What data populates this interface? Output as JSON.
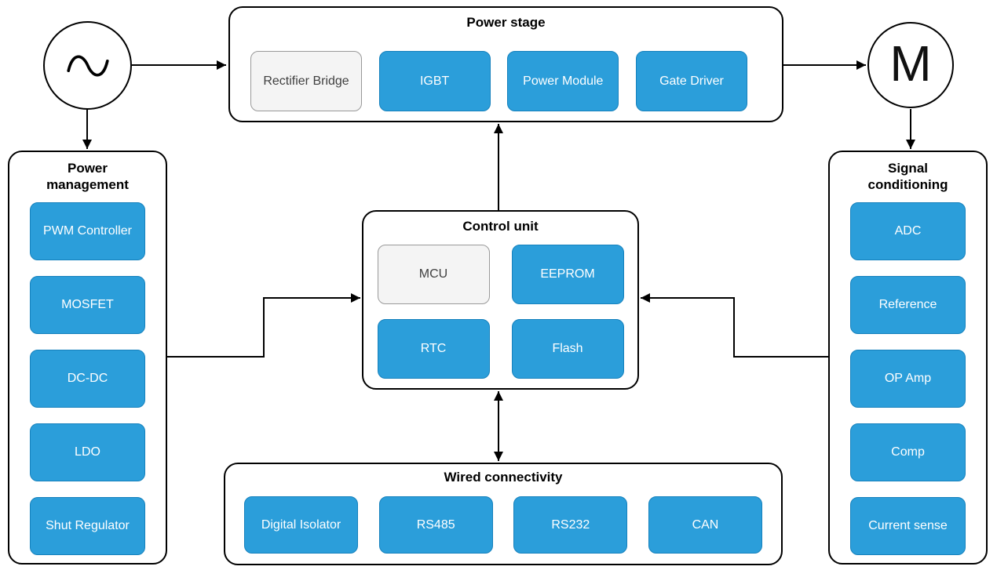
{
  "colors": {
    "block_blue": "#2B9EDA",
    "block_blue_border": "#1581BD",
    "block_text_light": "#FFFFFF",
    "block_gray": "#F4F4F4",
    "block_gray_border": "#999999",
    "block_gray_text": "#404040",
    "line_black": "#000000"
  },
  "nodes": {
    "ac_source": {
      "icon": "sine-wave-icon",
      "label": ""
    },
    "motor": {
      "label": "M"
    }
  },
  "groups": {
    "power_stage": {
      "title": "Power stage",
      "blocks": [
        {
          "label": "Rectifier Bridge",
          "variant": "gray"
        },
        {
          "label": "IGBT",
          "variant": "blue"
        },
        {
          "label": "Power Module",
          "variant": "blue"
        },
        {
          "label": "Gate Driver",
          "variant": "blue"
        }
      ]
    },
    "power_management": {
      "title": "Power management",
      "blocks": [
        {
          "label": "PWM Controller",
          "variant": "blue"
        },
        {
          "label": "MOSFET",
          "variant": "blue"
        },
        {
          "label": "DC-DC",
          "variant": "blue"
        },
        {
          "label": "LDO",
          "variant": "blue"
        },
        {
          "label": "Shut Regulator",
          "variant": "blue"
        }
      ]
    },
    "control_unit": {
      "title": "Control unit",
      "blocks": [
        {
          "label": "MCU",
          "variant": "gray"
        },
        {
          "label": "EEPROM",
          "variant": "blue"
        },
        {
          "label": "RTC",
          "variant": "blue"
        },
        {
          "label": "Flash",
          "variant": "blue"
        }
      ]
    },
    "signal_conditioning": {
      "title": "Signal conditioning",
      "blocks": [
        {
          "label": "ADC",
          "variant": "blue"
        },
        {
          "label": "Reference",
          "variant": "blue"
        },
        {
          "label": "OP Amp",
          "variant": "blue"
        },
        {
          "label": "Comp",
          "variant": "blue"
        },
        {
          "label": "Current sense",
          "variant": "blue"
        }
      ]
    },
    "wired_connectivity": {
      "title": "Wired connectivity",
      "blocks": [
        {
          "label": "Digital Isolator",
          "variant": "blue"
        },
        {
          "label": "RS485",
          "variant": "blue"
        },
        {
          "label": "RS232",
          "variant": "blue"
        },
        {
          "label": "CAN",
          "variant": "blue"
        }
      ]
    }
  },
  "connections": [
    {
      "from": "ac-source",
      "to": "power-stage",
      "style": "arrow"
    },
    {
      "from": "ac-source",
      "to": "power-management",
      "style": "arrow"
    },
    {
      "from": "power-stage",
      "to": "motor",
      "style": "arrow"
    },
    {
      "from": "motor",
      "to": "signal-conditioning",
      "style": "arrow"
    },
    {
      "from": "control-unit",
      "to": "power-stage",
      "style": "arrow"
    },
    {
      "from": "control-unit",
      "to": "wired-connectivity",
      "style": "double-arrow"
    },
    {
      "from": "power-management",
      "to": "control-unit",
      "style": "elbow-arrow"
    },
    {
      "from": "signal-conditioning",
      "to": "control-unit",
      "style": "elbow-arrow"
    }
  ]
}
